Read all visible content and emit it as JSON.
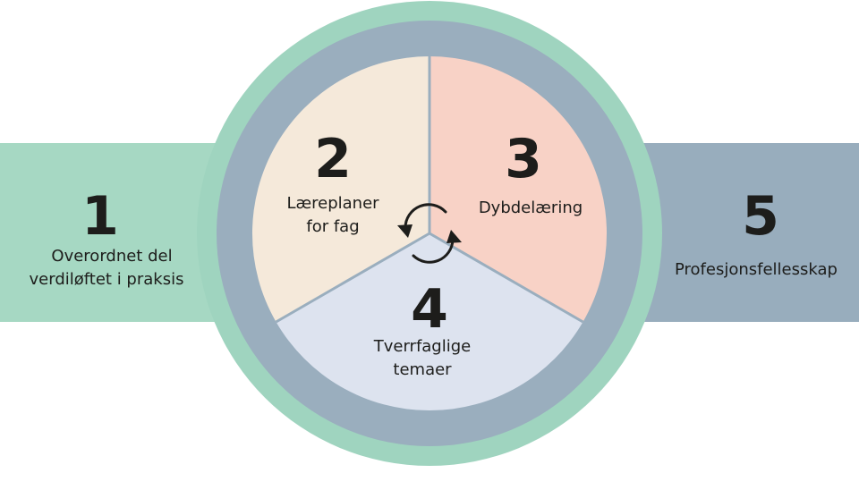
{
  "colors": {
    "green_band": "#a6d8c3",
    "green_ring": "#9fd4bf",
    "gray_band": "#98adbd",
    "gray_ring": "#9aaebe",
    "sector_2": "#f5e9da",
    "sector_3": "#f8d2c6",
    "sector_4": "#dde3ef",
    "text": "#1d1d1b"
  },
  "items": {
    "left": {
      "number": "1",
      "line1": "Overordnet del",
      "line2": "verdiløftet i praksis"
    },
    "sector_2": {
      "number": "2",
      "line1": "Læreplaner",
      "line2": "for fag"
    },
    "sector_3": {
      "number": "3",
      "line1": "Dybdelæring"
    },
    "sector_4": {
      "number": "4",
      "line1": "Tverrfaglige",
      "line2": "temaer"
    },
    "right": {
      "number": "5",
      "line1": "Profesjonsfellesskap"
    }
  },
  "center_icon": "cycle-arrows-icon"
}
